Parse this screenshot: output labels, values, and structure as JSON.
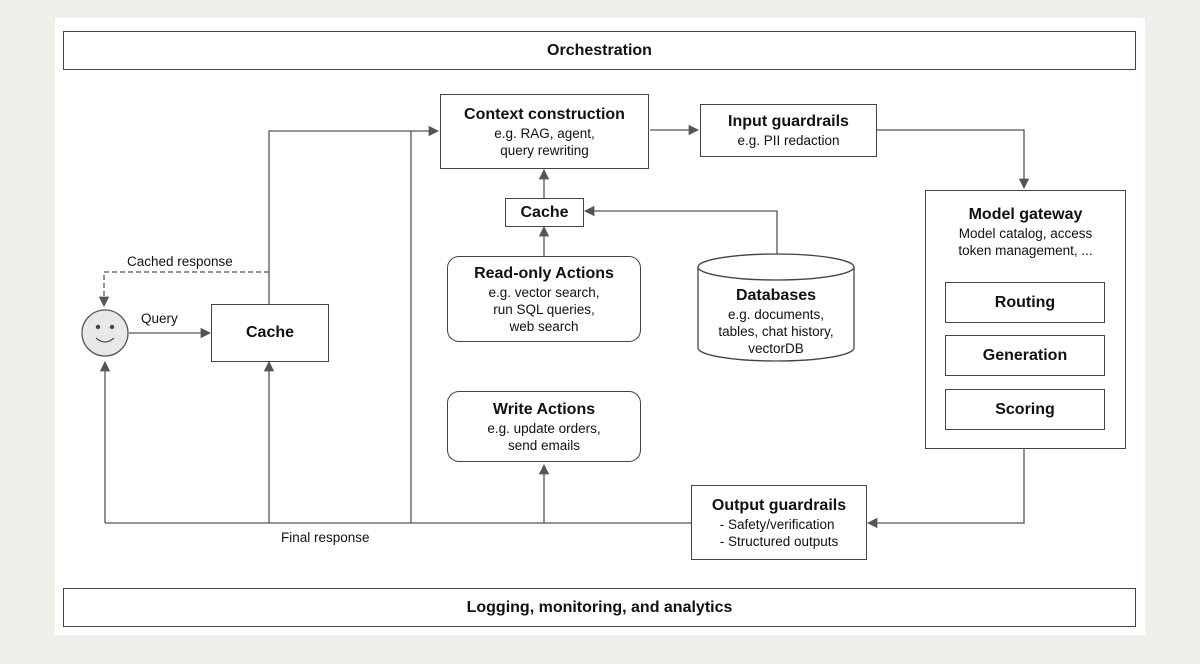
{
  "orchestration": {
    "label": "Orchestration"
  },
  "logging": {
    "label": "Logging, monitoring, and analytics"
  },
  "user": {
    "icon": "smiley-face-icon"
  },
  "edges": {
    "query": "Query",
    "cached_response": "Cached response",
    "final_response": "Final response"
  },
  "cache_main": {
    "title": "Cache"
  },
  "cache_small": {
    "title": "Cache"
  },
  "context": {
    "title": "Context construction",
    "lines": [
      "e.g. RAG, agent,",
      "query rewriting"
    ]
  },
  "input_guardrails": {
    "title": "Input guardrails",
    "lines": [
      "e.g. PII redaction"
    ]
  },
  "model_gateway": {
    "title": "Model gateway",
    "lines": [
      "Model catalog, access",
      "token management, ..."
    ],
    "modules": [
      "Routing",
      "Generation",
      "Scoring"
    ]
  },
  "read_actions": {
    "title": "Read-only Actions",
    "lines": [
      "e.g. vector search,",
      "run SQL queries,",
      "web search"
    ]
  },
  "databases": {
    "title": "Databases",
    "lines": [
      "e.g. documents,",
      "tables, chat history,",
      "vectorDB"
    ]
  },
  "write_actions": {
    "title": "Write Actions",
    "lines": [
      "e.g. update orders,",
      "send emails"
    ]
  },
  "output_guardrails": {
    "title": "Output guardrails",
    "lines": [
      "- Safety/verification",
      "- Structured outputs"
    ]
  },
  "colors": {
    "line": "#555555",
    "background": "#f0efea",
    "panel": "#ffffff"
  }
}
